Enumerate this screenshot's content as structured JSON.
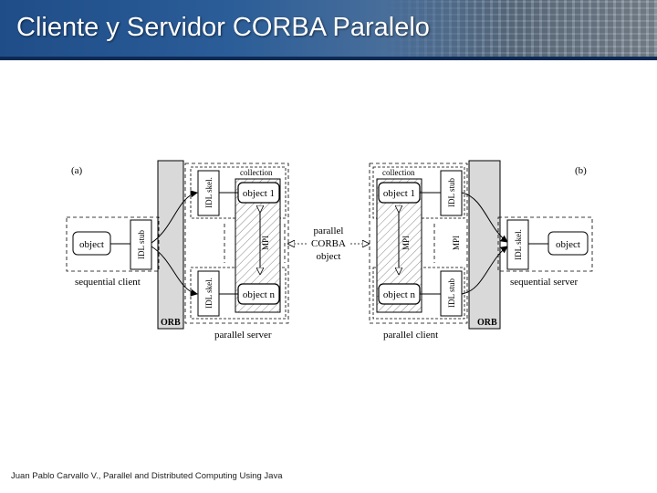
{
  "slide": {
    "title": "Cliente y Servidor CORBA Paralelo",
    "footer": "Juan Pablo Carvallo V., Parallel and Distributed Computing Using Java"
  },
  "diagram": {
    "center_label": [
      "parallel",
      "CORBA",
      "object"
    ],
    "panel_a": {
      "tag": "(a)",
      "orb": "ORB",
      "client_object": "object",
      "idl_stub": "IDL stub",
      "client_caption": "sequential client",
      "collection": "collection",
      "idl_skel_top": "IDL skel.",
      "idl_skel_bottom": "IDL skel.",
      "object_1": "object 1",
      "object_n": "object n",
      "mpi": "MPI",
      "server_caption": "parallel server"
    },
    "panel_b": {
      "tag": "(b)",
      "orb": "ORB",
      "collection": "collection",
      "object_1": "object 1",
      "object_n": "object n",
      "mpi_left": "MPI",
      "mpi_right": "MPI",
      "idl_stub_top": "IDL stub",
      "idl_stub_bottom": "IDL stub",
      "client_caption": "parallel client",
      "idl_skel": "IDL skel.",
      "server_object": "object",
      "server_caption": "sequential server"
    }
  }
}
